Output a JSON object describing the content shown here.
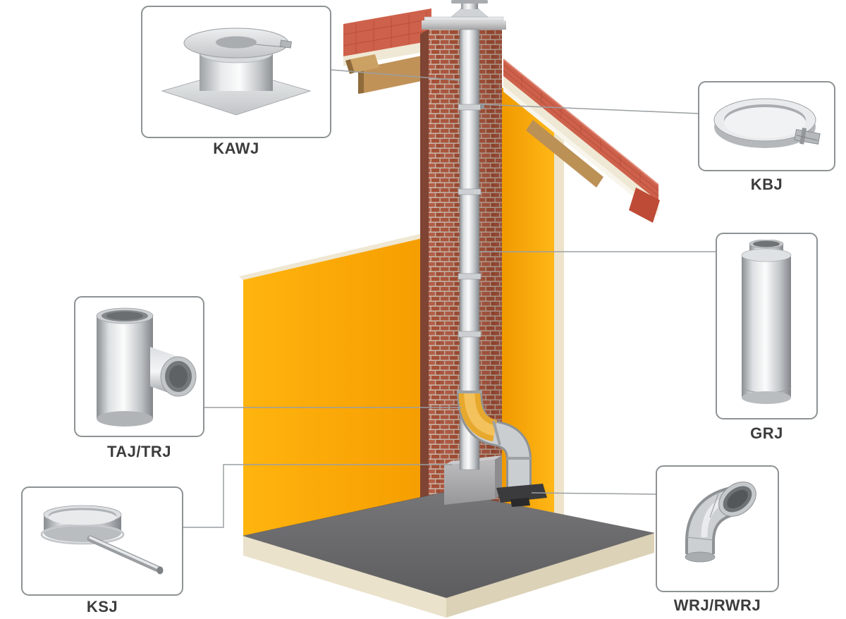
{
  "diagram": {
    "type": "annotated-product-diagram",
    "subject": "chimney-flue-system-cutaway",
    "callouts": [
      {
        "id": "kawj",
        "label": "KAWJ",
        "component": "top-plate-with-storm-collar",
        "position": "top-left"
      },
      {
        "id": "kbj",
        "label": "KBJ",
        "component": "locking-band-clamp",
        "position": "upper-right"
      },
      {
        "id": "grj",
        "label": "GRJ",
        "component": "straight-flue-pipe-length",
        "position": "middle-right"
      },
      {
        "id": "taj_trj",
        "label": "TAJ/TRJ",
        "component": "tee-piece",
        "position": "middle-left"
      },
      {
        "id": "ksj",
        "label": "KSJ",
        "component": "condensate-cap-with-drain-pipe",
        "position": "bottom-left"
      },
      {
        "id": "wrj_rwrj",
        "label": "WRJ/RWRJ",
        "component": "90-degree-elbow-bend",
        "position": "bottom-right"
      }
    ],
    "scene": {
      "elements": [
        "tiled-roof",
        "yellow-walls",
        "brick-chimney",
        "stainless-flue-liner",
        "insulated-connecting-pipe",
        "concrete-base-block",
        "floor-slab"
      ]
    }
  },
  "colors": {
    "background": "#FFFFFF",
    "wall_yellow": "#FCA800",
    "brick_red": "#B15A42",
    "mortar": "#C9B8AA",
    "steel_light": "#E9EBEC",
    "steel_dark": "#8E9295",
    "roof_tile_red": "#CE614B",
    "wood_brown": "#C09258",
    "insulation_yellow": "#E7A82E",
    "floor_gray": "#6A6A6C",
    "floor_edge_beige": "#EBE2CC",
    "callout_border": "#8E9294",
    "label_text": "#3C3C3C",
    "connector_line": "#9B9FA2"
  }
}
